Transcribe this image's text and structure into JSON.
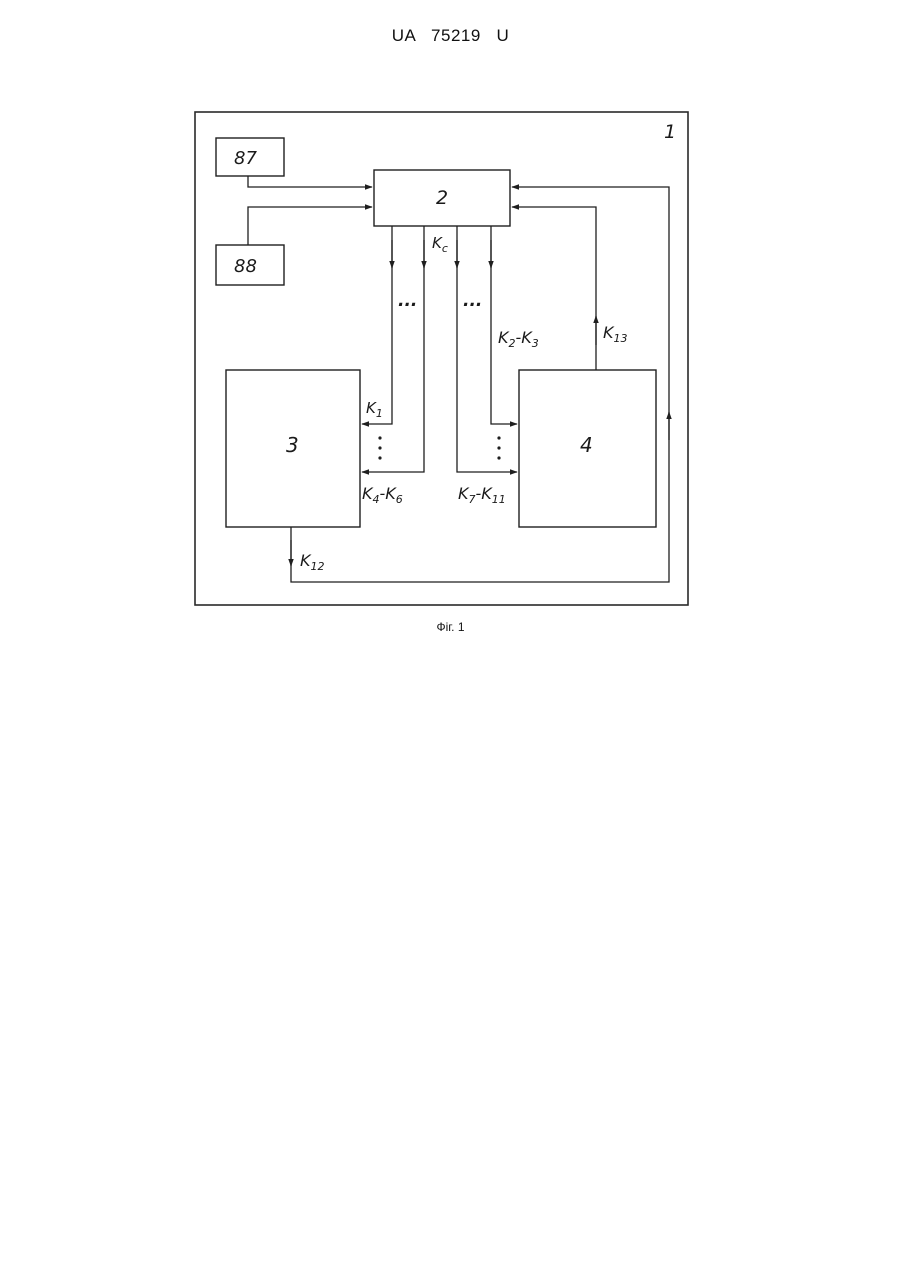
{
  "header": {
    "doc_number": "UA   75219   U"
  },
  "figure": {
    "frame_number": "1",
    "blocks": {
      "b87": "87",
      "b88": "88",
      "b2": "2",
      "b3": "3",
      "b4": "4"
    },
    "labels": {
      "kc_main": "K",
      "kc_sub": "c",
      "k1_main": "K",
      "k1_sub": "1",
      "k2k3_a": "K",
      "k2k3_a_sub": "2",
      "k2k3_dash": "-K",
      "k2k3_b_sub": "3",
      "k4k6_a": "K",
      "k4k6_a_sub": "4",
      "k4k6_dash": "-K",
      "k4k6_b_sub": "6",
      "k7k11_a": "K",
      "k7k11_a_sub": "7",
      "k7k11_dash": "-K",
      "k7k11_b_sub": "11",
      "k12_main": "K",
      "k12_sub": "12",
      "k13_main": "K",
      "k13_sub": "13",
      "ellipsis": "..."
    },
    "caption": "Фіг. 1"
  }
}
